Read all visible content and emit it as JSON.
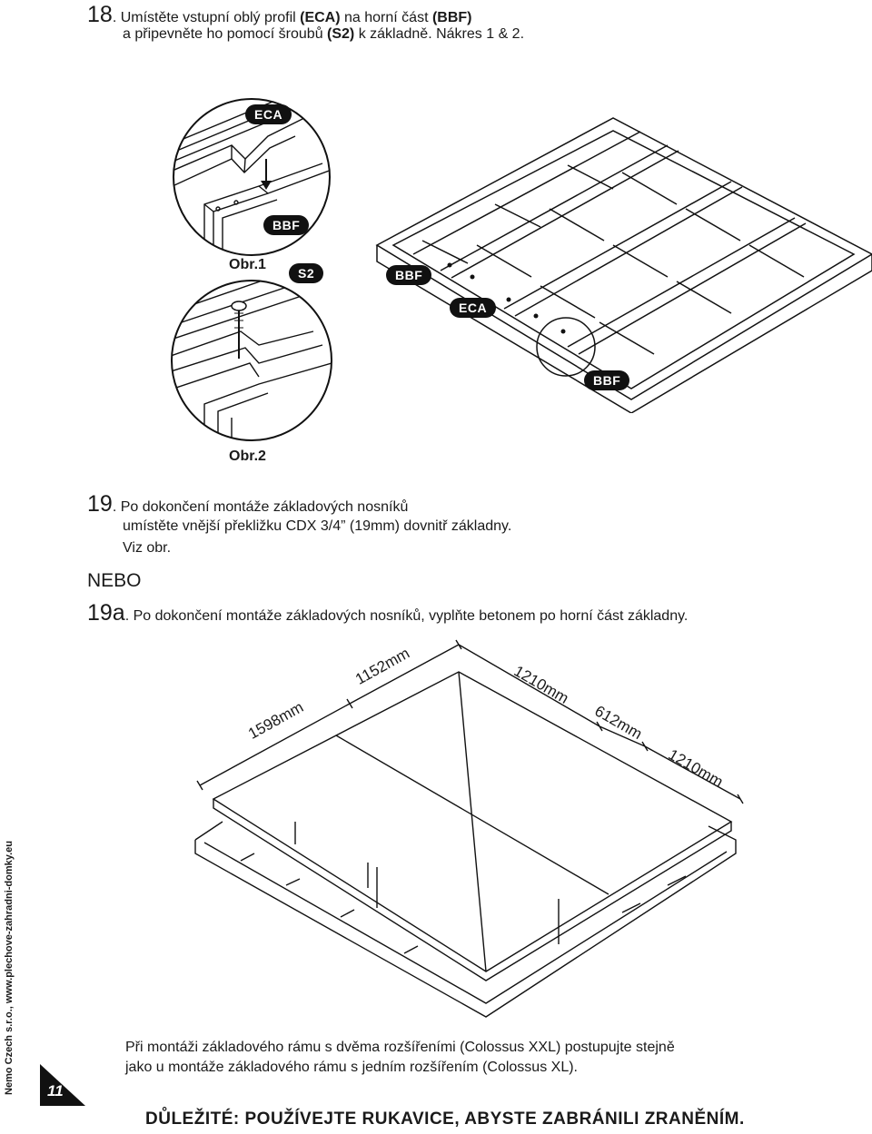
{
  "step18": {
    "number": "18",
    "line1_pre": ". Umístěte vstupní oblý profil ",
    "line1_eca": "(ECA)",
    "line1_mid": " na horní část ",
    "line1_bbf": "(BBF)",
    "line2_pre": "a připevněte ho pomocí šroubů ",
    "line2_s2": "(S2)",
    "line2_post": " k základně. Nákres 1 & 2."
  },
  "figures": {
    "fig1_caption": "Obr.1",
    "fig2_caption": "Obr.2",
    "tags": {
      "eca": "ECA",
      "bbf": "BBF",
      "s2": "S2"
    }
  },
  "step19": {
    "number": "19",
    "line1": ". Po dokončení montáže základových nosníků",
    "line2": "umístěte vnější překližku CDX 3/4” (19mm) dovnitř základny.",
    "line3": "Viz obr."
  },
  "or_label": "NEBO",
  "step19a": {
    "number": "19a",
    "text": ". Po dokončení montáže základových nosníků, vyplňte betonem po horní část základny."
  },
  "dimensions": {
    "d1598": "1598mm",
    "d1152": "1152mm",
    "d1210a": "1210mm",
    "d612": "612mm",
    "d1210b": "1210mm"
  },
  "note": {
    "line1": "Při montáži základového rámu s dvěma rozšířeními (Colossus XXL) postupujte stejně",
    "line2": "jako u montáže základového rámu s jedním rozšířením (Colossus XL)."
  },
  "side_credit": "Nemo Czech s.r.o., www.plechove-zahradni-domky.eu",
  "page_number": "11",
  "warning": "DŮLEŽITÉ: POUŽÍVEJTE RUKAVICE, ABYSTE ZABRÁNILI ZRANĚNÍM."
}
